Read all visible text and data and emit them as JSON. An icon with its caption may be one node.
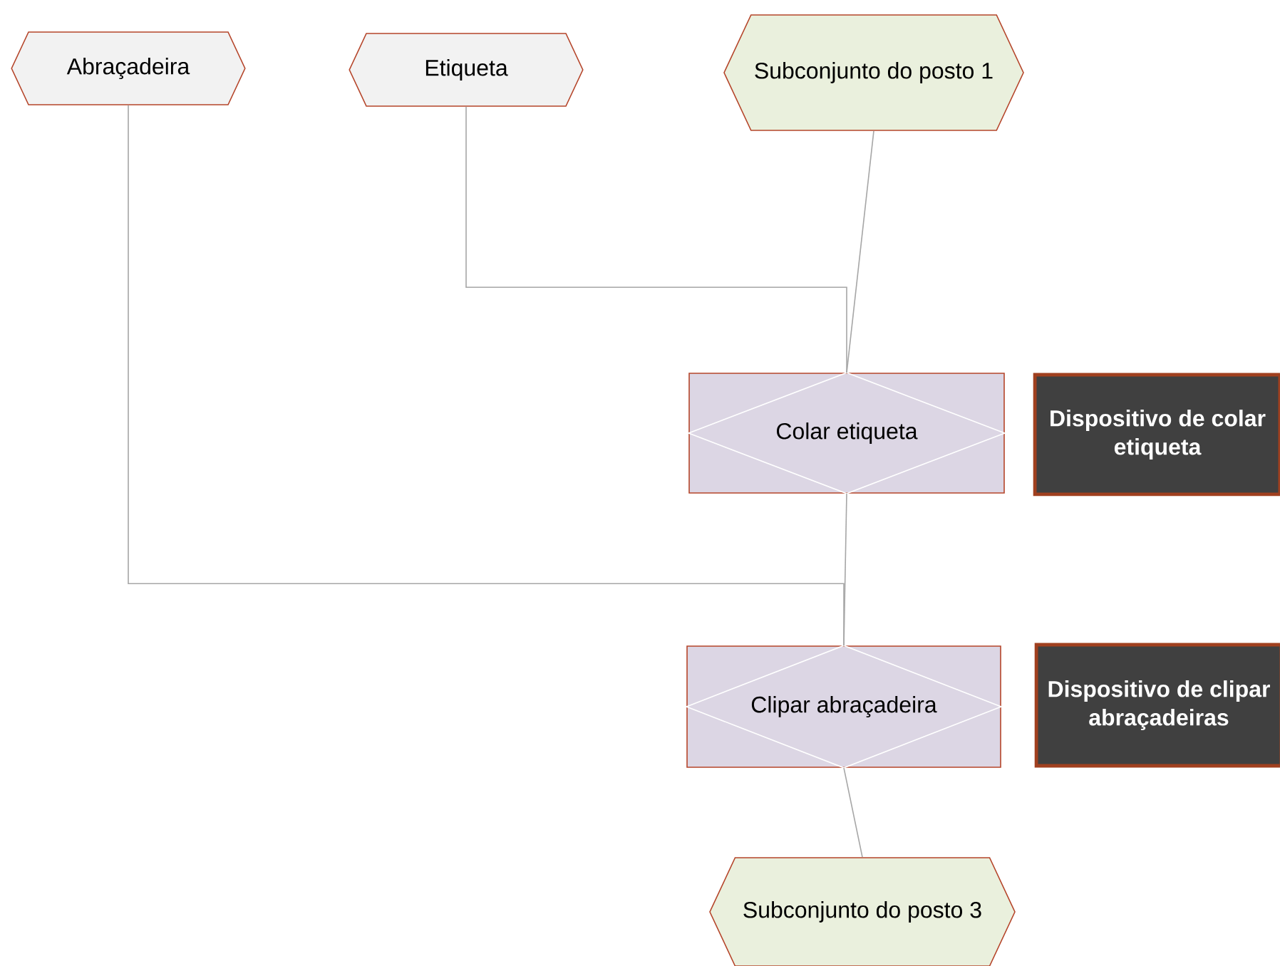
{
  "diagram": {
    "nodes": [
      {
        "text": [
          "Abraçadeira"
        ]
      },
      {
        "text": [
          "Etiqueta"
        ]
      },
      {
        "text": [
          "Subconjunto do posto 1"
        ]
      },
      {
        "text": [
          "Colar etiqueta"
        ]
      },
      {
        "text": [
          "Dispositivo de colar etiqueta"
        ]
      },
      {
        "text": [
          "Clipar abraçadeira"
        ]
      },
      {
        "text": [
          "Dispositivo de clipar abraçadeiras"
        ]
      },
      {
        "text": [
          "Subconjunto do posto 3"
        ]
      }
    ],
    "edges": [
      {
        "from": 2,
        "to": 3,
        "arrow": "none"
      },
      {
        "from": 1,
        "to": 3,
        "arrow": "none"
      },
      {
        "from": 0,
        "to": 5,
        "arrow": "none"
      },
      {
        "from": 3,
        "to": 5,
        "arrow": "none"
      },
      {
        "from": 5,
        "to": 7,
        "arrow": "none"
      }
    ]
  }
}
